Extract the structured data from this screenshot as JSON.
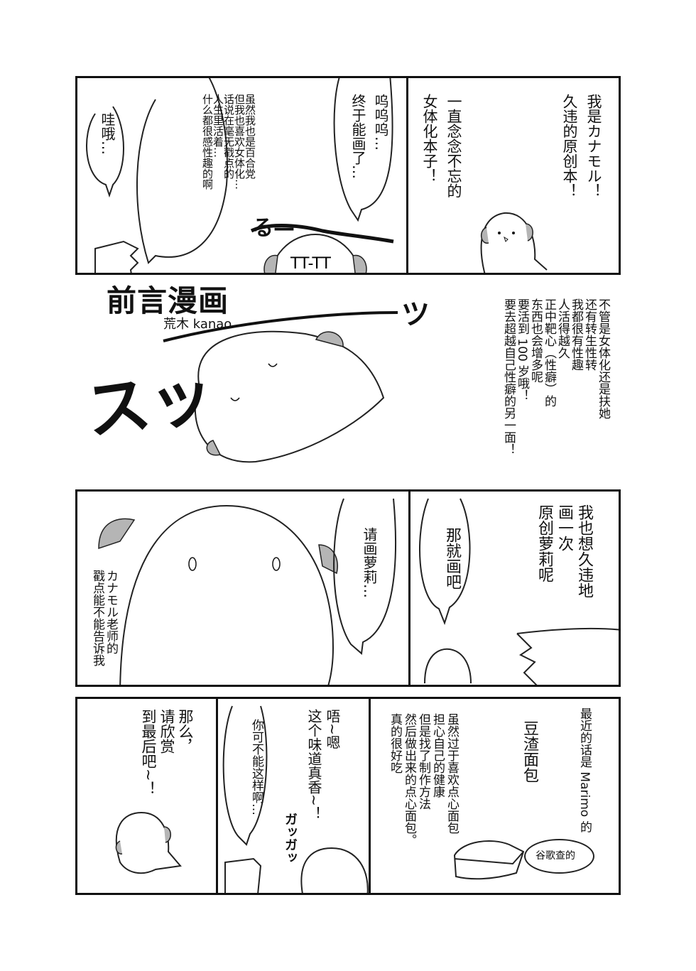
{
  "title": "前言漫画",
  "author": "荒木 kanao",
  "row1": {
    "right_panel": {
      "narration_1": "我是カナモル！\n久违的原创本！",
      "narration_2": "一直念念不忘的\n女体化本子！"
    },
    "left_panel": {
      "bubble_cry": "呜呜呜…\n终于能画了…",
      "bubble_long": "虽然我也是百合党\n但我也喜欢女体化…\n话说在毫无戳点的\n人生里活着…\n什么都很感性趣的啊",
      "bubble_wow": "哇哦…",
      "sfx": "る—"
    }
  },
  "title_area": {
    "side_text": "不管是女体化还是扶她\n还有转生性转\n我都很有性趣\n人活得越久\n正中靶心（性癖）的\n东西也会增多呢\n要活到 100 岁哦！\n要去超越自己性癖的另一面！",
    "sfx_big": "スッ",
    "sfx_small": "ツ"
  },
  "row2": {
    "right_panel": {
      "narration": "我也想久违地\n画一次\n原创萝莉呢",
      "bubble": "那就画吧"
    },
    "left_panel": {
      "bubble": "请画萝莉…",
      "narration": "カナモル老师的\n戳点能不能告诉我"
    }
  },
  "row3": {
    "right_panel": {
      "narration_1": "最近的话是 Marimo 的",
      "heading": "豆渣面包",
      "narration_2": "虽然过于喜欢点心面包\n担心自己的健康\n但是找了制作方法\n然后做出来的点心面包。\n真的很好吃",
      "small_bubble": "谷歌查的"
    },
    "middle_panel": {
      "bubble_1": "唔~嗯\n这个味道真香~！",
      "bubble_2": "你可不能这样啊…",
      "sfx": "ガッガッ"
    },
    "left_panel": {
      "narration": "那么，\n请欣赏\n到最后吧~！"
    }
  },
  "colors": {
    "ink": "#111111",
    "ear_gray": "#b5b5b5",
    "paper": "#ffffff"
  }
}
